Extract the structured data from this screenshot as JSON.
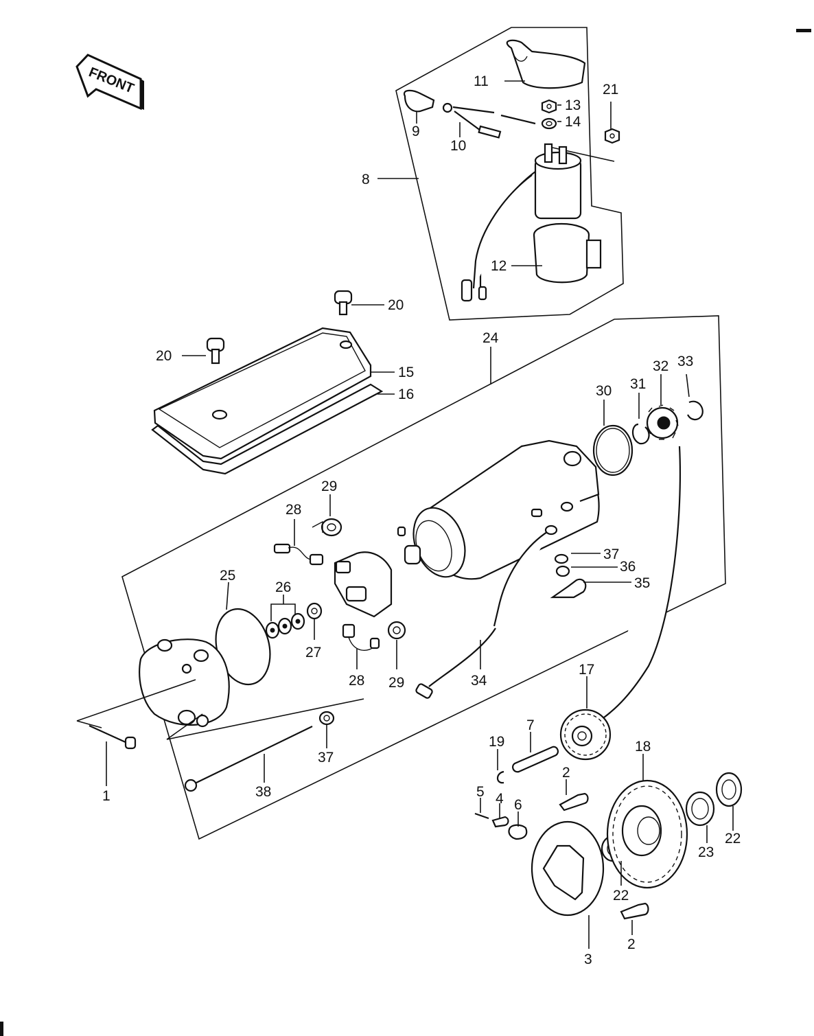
{
  "front_label": "FRONT",
  "callouts": {
    "c1": "1",
    "c2a": "2",
    "c2b": "2",
    "c3": "3",
    "c4": "4",
    "c5": "5",
    "c6": "6",
    "c7": "7",
    "c8": "8",
    "c9": "9",
    "c10": "10",
    "c11": "11",
    "c12": "12",
    "c13": "13",
    "c14": "14",
    "c15": "15",
    "c16": "16",
    "c17": "17",
    "c18": "18",
    "c19": "19",
    "c20a": "20",
    "c20b": "20",
    "c21": "21",
    "c22a": "22",
    "c22b": "22",
    "c23": "23",
    "c24": "24",
    "c25": "25",
    "c26": "26",
    "c27": "27",
    "c28a": "28",
    "c28b": "28",
    "c29a": "29",
    "c29b": "29",
    "c30": "30",
    "c31": "31",
    "c32": "32",
    "c33": "33",
    "c34": "34",
    "c35": "35",
    "c36": "36",
    "c37a": "37",
    "c37b": "37",
    "c38": "38"
  }
}
